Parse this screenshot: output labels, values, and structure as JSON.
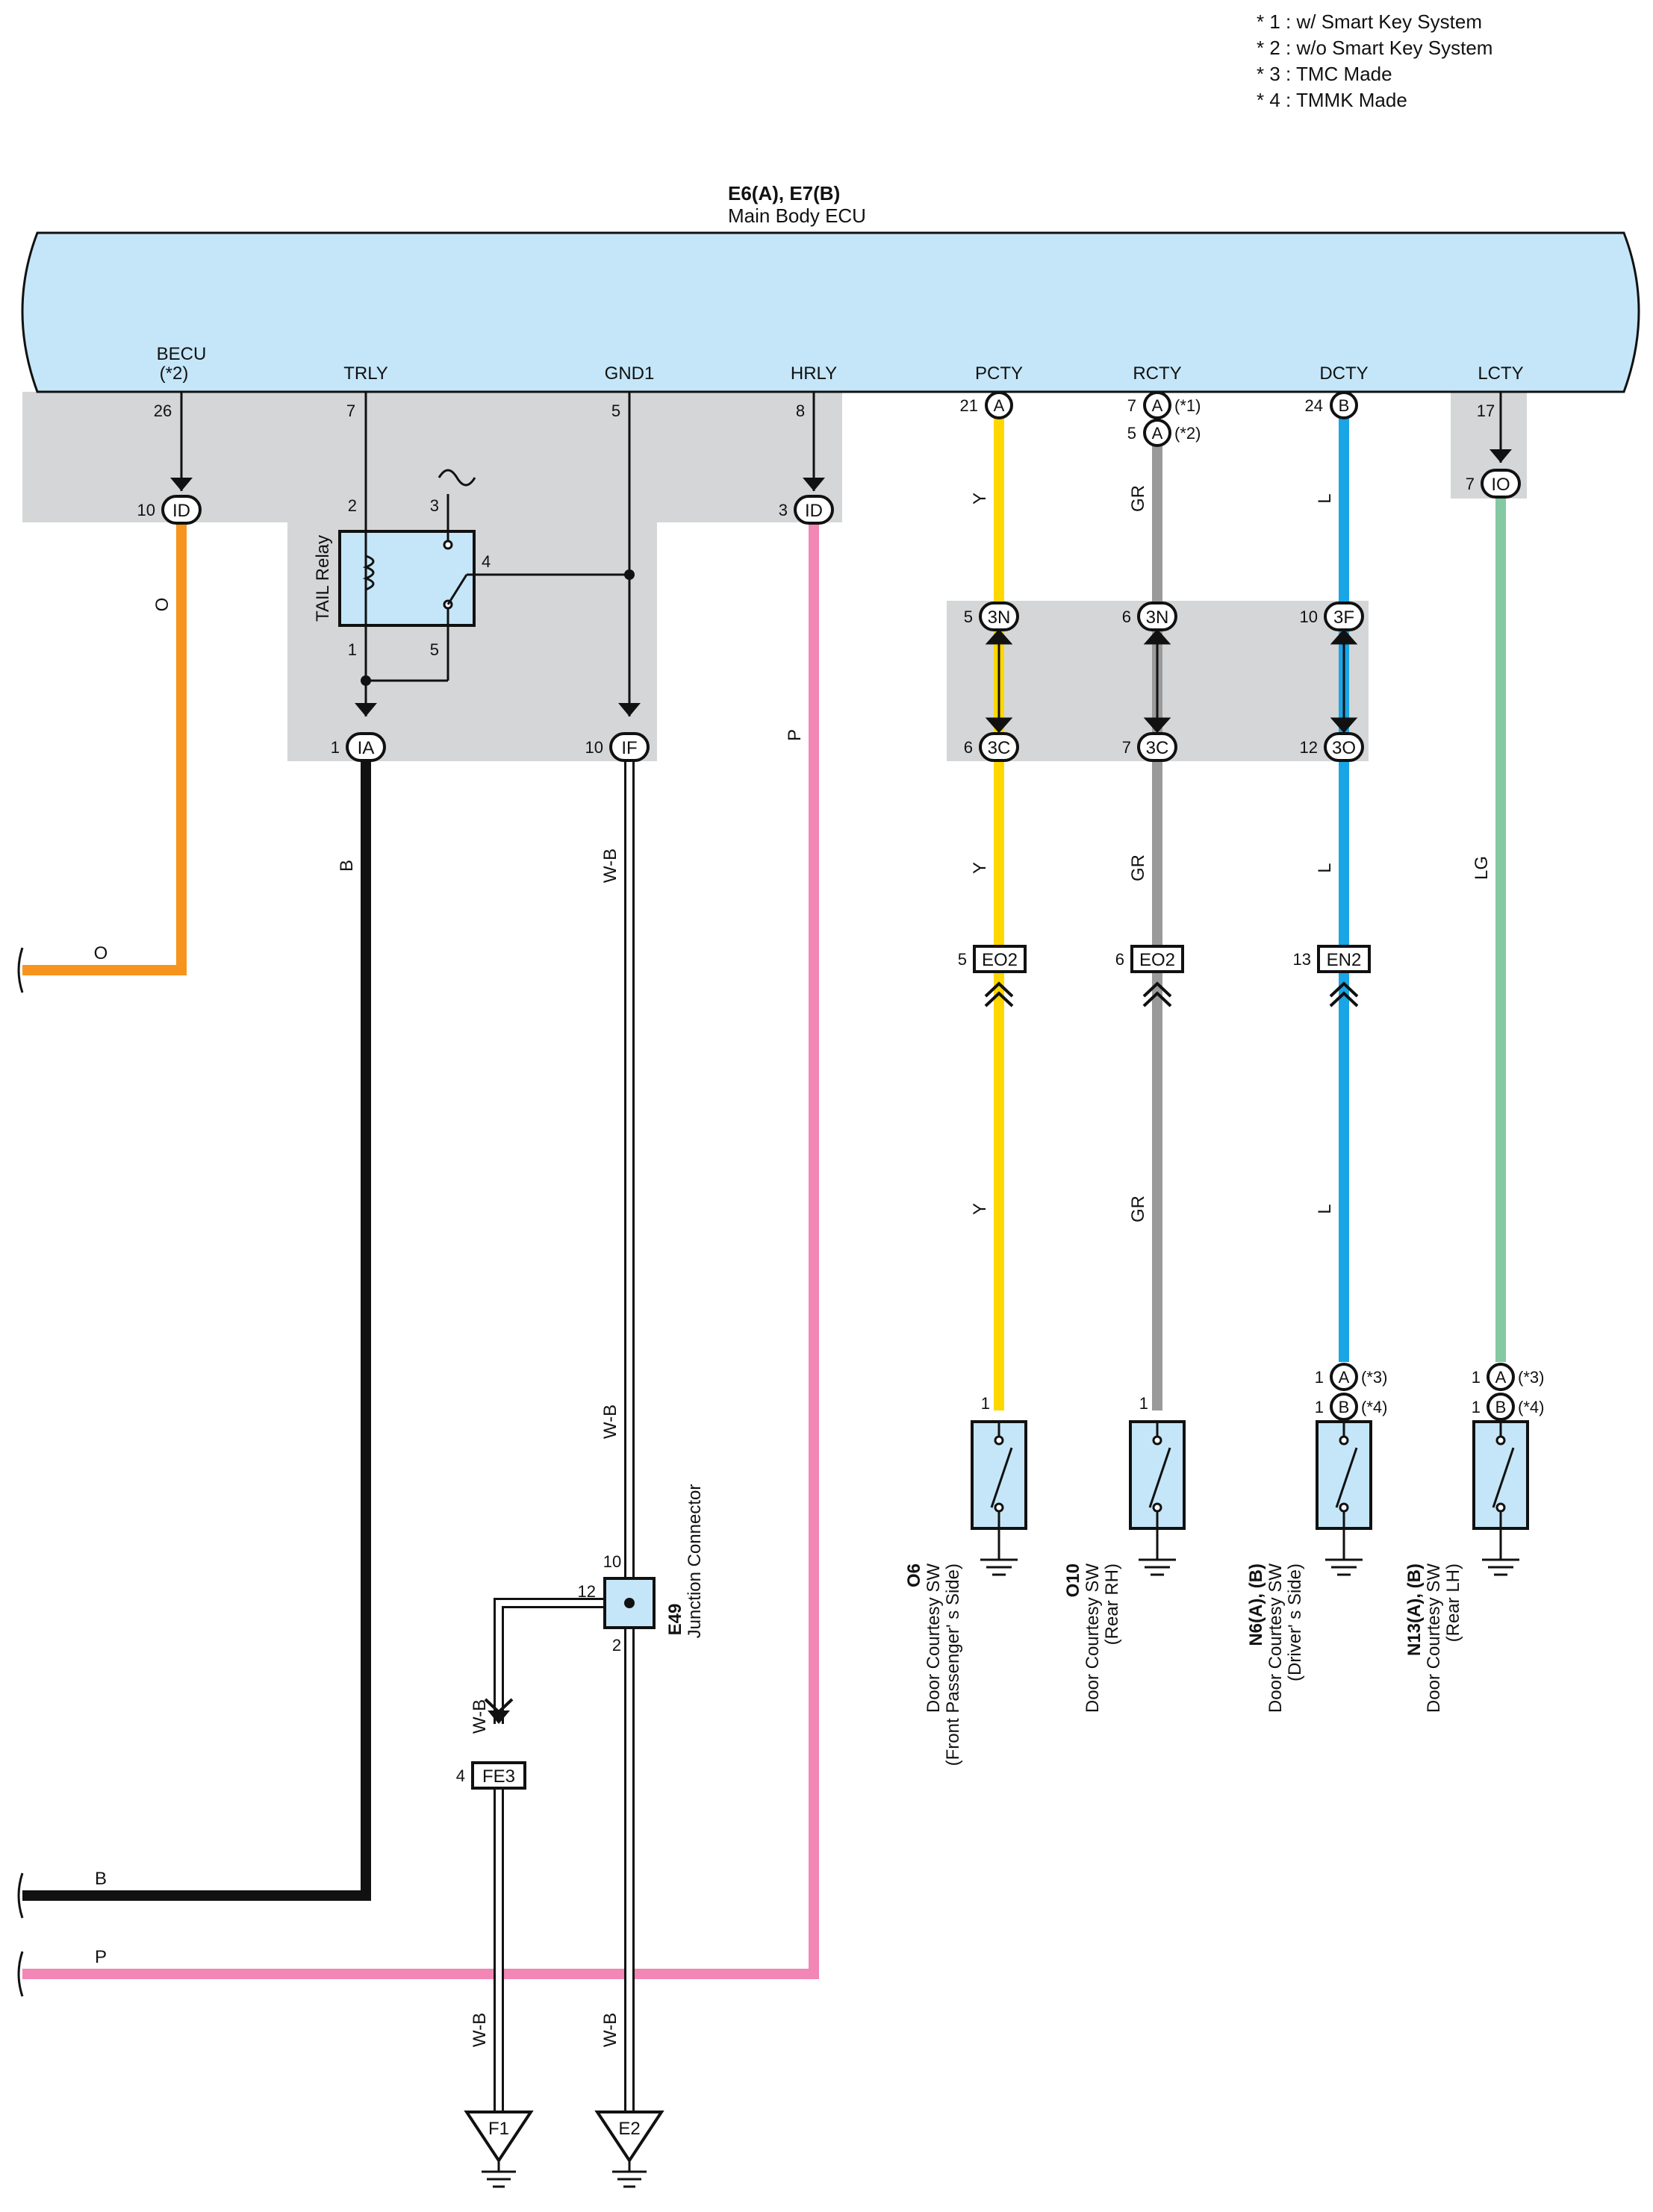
{
  "notes": [
    "* 1 : w/ Smart Key System",
    "* 2 : w/o Smart Key System",
    "* 3 : TMC Made",
    "* 4 : TMMK Made"
  ],
  "ecu": {
    "code": "E6(A), E7(B)",
    "name": "Main Body ECU",
    "terminals": {
      "becu": "BECU",
      "becu_note": "(*2)",
      "trly": "TRLY",
      "gnd1": "GND1",
      "hrly": "HRLY",
      "pcty": "PCTY",
      "rcty": "RCTY",
      "dcty": "DCTY",
      "lcty": "LCTY"
    }
  },
  "pins": {
    "becu": "26",
    "trly": "7",
    "gnd1": "5",
    "hrly": "8",
    "pcty": "21",
    "rcty_a": "7",
    "rcty_b": "5",
    "dcty": "24",
    "lcty": "17",
    "id_becu": "10",
    "id_hrly": "3",
    "io": "7",
    "relay_2": "2",
    "relay_3": "3",
    "relay_4": "4",
    "relay_1": "1",
    "relay_5": "5",
    "ia": "1",
    "if": "10",
    "n3_p": "5",
    "n3_r": "6",
    "f3": "10",
    "c3_p": "6",
    "c3_r": "7",
    "o3": "12",
    "eo2_p": "5",
    "eo2_r": "6",
    "en2": "13",
    "sw_p": "1",
    "sw_r": "1",
    "sw_d_a": "1",
    "sw_d_b": "1",
    "sw_l_a": "1",
    "sw_l_b": "1",
    "e49_10": "10",
    "e49_12": "12",
    "e49_2": "2",
    "fe3": "4"
  },
  "connectors": {
    "A": "A",
    "B": "B",
    "ID": "ID",
    "IO": "IO",
    "IA": "IA",
    "IF": "IF",
    "3N": "3N",
    "3F": "3F",
    "3C": "3C",
    "3O": "3O",
    "EO2": "EO2",
    "EN2": "EN2",
    "FE3": "FE3",
    "F1": "F1",
    "E2": "E2"
  },
  "conditions": {
    "c1": "(*1)",
    "c2": "(*2)",
    "c3": "(*3)",
    "c4": "(*4)"
  },
  "relay": {
    "name": "TAIL Relay"
  },
  "wires": {
    "O": "O",
    "B": "B",
    "P": "P",
    "WB": "W-B",
    "Y": "Y",
    "GR": "GR",
    "L": "L",
    "LG": "LG"
  },
  "junction": {
    "code": "E49",
    "name": "Junction Connector"
  },
  "switches": {
    "front_pass": {
      "code": "O6",
      "name": "Door Courtesy SW",
      "side": "(Front Passenger' s Side)"
    },
    "rear_rh": {
      "code": "O10",
      "name": "Door Courtesy SW",
      "side": "(Rear RH)"
    },
    "driver": {
      "code": "N6(A), (B)",
      "name": "Door Courtesy SW",
      "side": "(Driver' s Side)"
    },
    "rear_lh": {
      "code": "N13(A), (B)",
      "name": "Door Courtesy SW",
      "side": "(Rear LH)"
    }
  },
  "colors": {
    "ecu_fill": "#c4e6f8",
    "shade": "#d5d6d8",
    "orange": "#f7941d",
    "black": "#111111",
    "pink": "#f286b5",
    "yellow": "#ffd700",
    "gray": "#9a9a9a",
    "blue": "#1aa5e6",
    "lightgreen": "#84c9a2",
    "switch_fill": "#c4e6f8"
  }
}
